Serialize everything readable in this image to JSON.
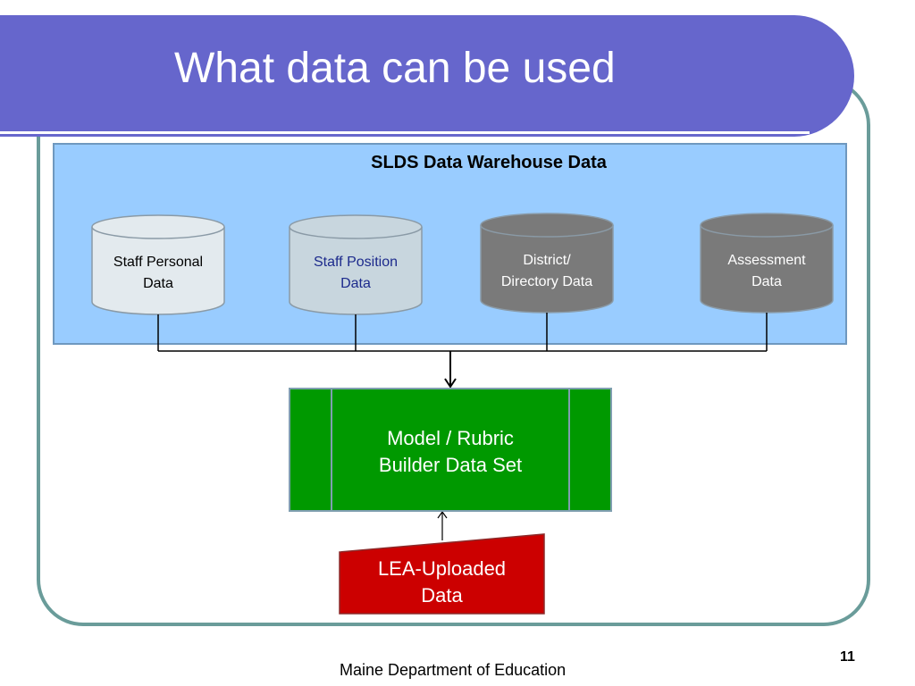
{
  "slide": {
    "title": "What data can be used",
    "footer": "Maine Department of Education",
    "page_number": "11"
  },
  "warehouse": {
    "title": "SLDS Data Warehouse Data",
    "sources": [
      {
        "label": "Staff Personal\nData",
        "color": "#e3eaee",
        "text_color": "#000000"
      },
      {
        "label": "Staff Position\nData",
        "color": "#c8d6de",
        "text_color": "#1c2a8c"
      },
      {
        "label": "District/\nDirectory Data",
        "color": "#7a7a7a",
        "text_color": "#ffffff"
      },
      {
        "label": "Assessment\nData",
        "color": "#7a7a7a",
        "text_color": "#ffffff"
      }
    ]
  },
  "builder": {
    "label": "Model / Rubric\nBuilder Data Set",
    "color": "#009900"
  },
  "lea": {
    "label": "LEA-Uploaded\nData",
    "color": "#cc0000"
  },
  "colors": {
    "title_bar": "#6666cc",
    "frame": "#6a9c9a",
    "warehouse_bg": "#99ccff"
  }
}
